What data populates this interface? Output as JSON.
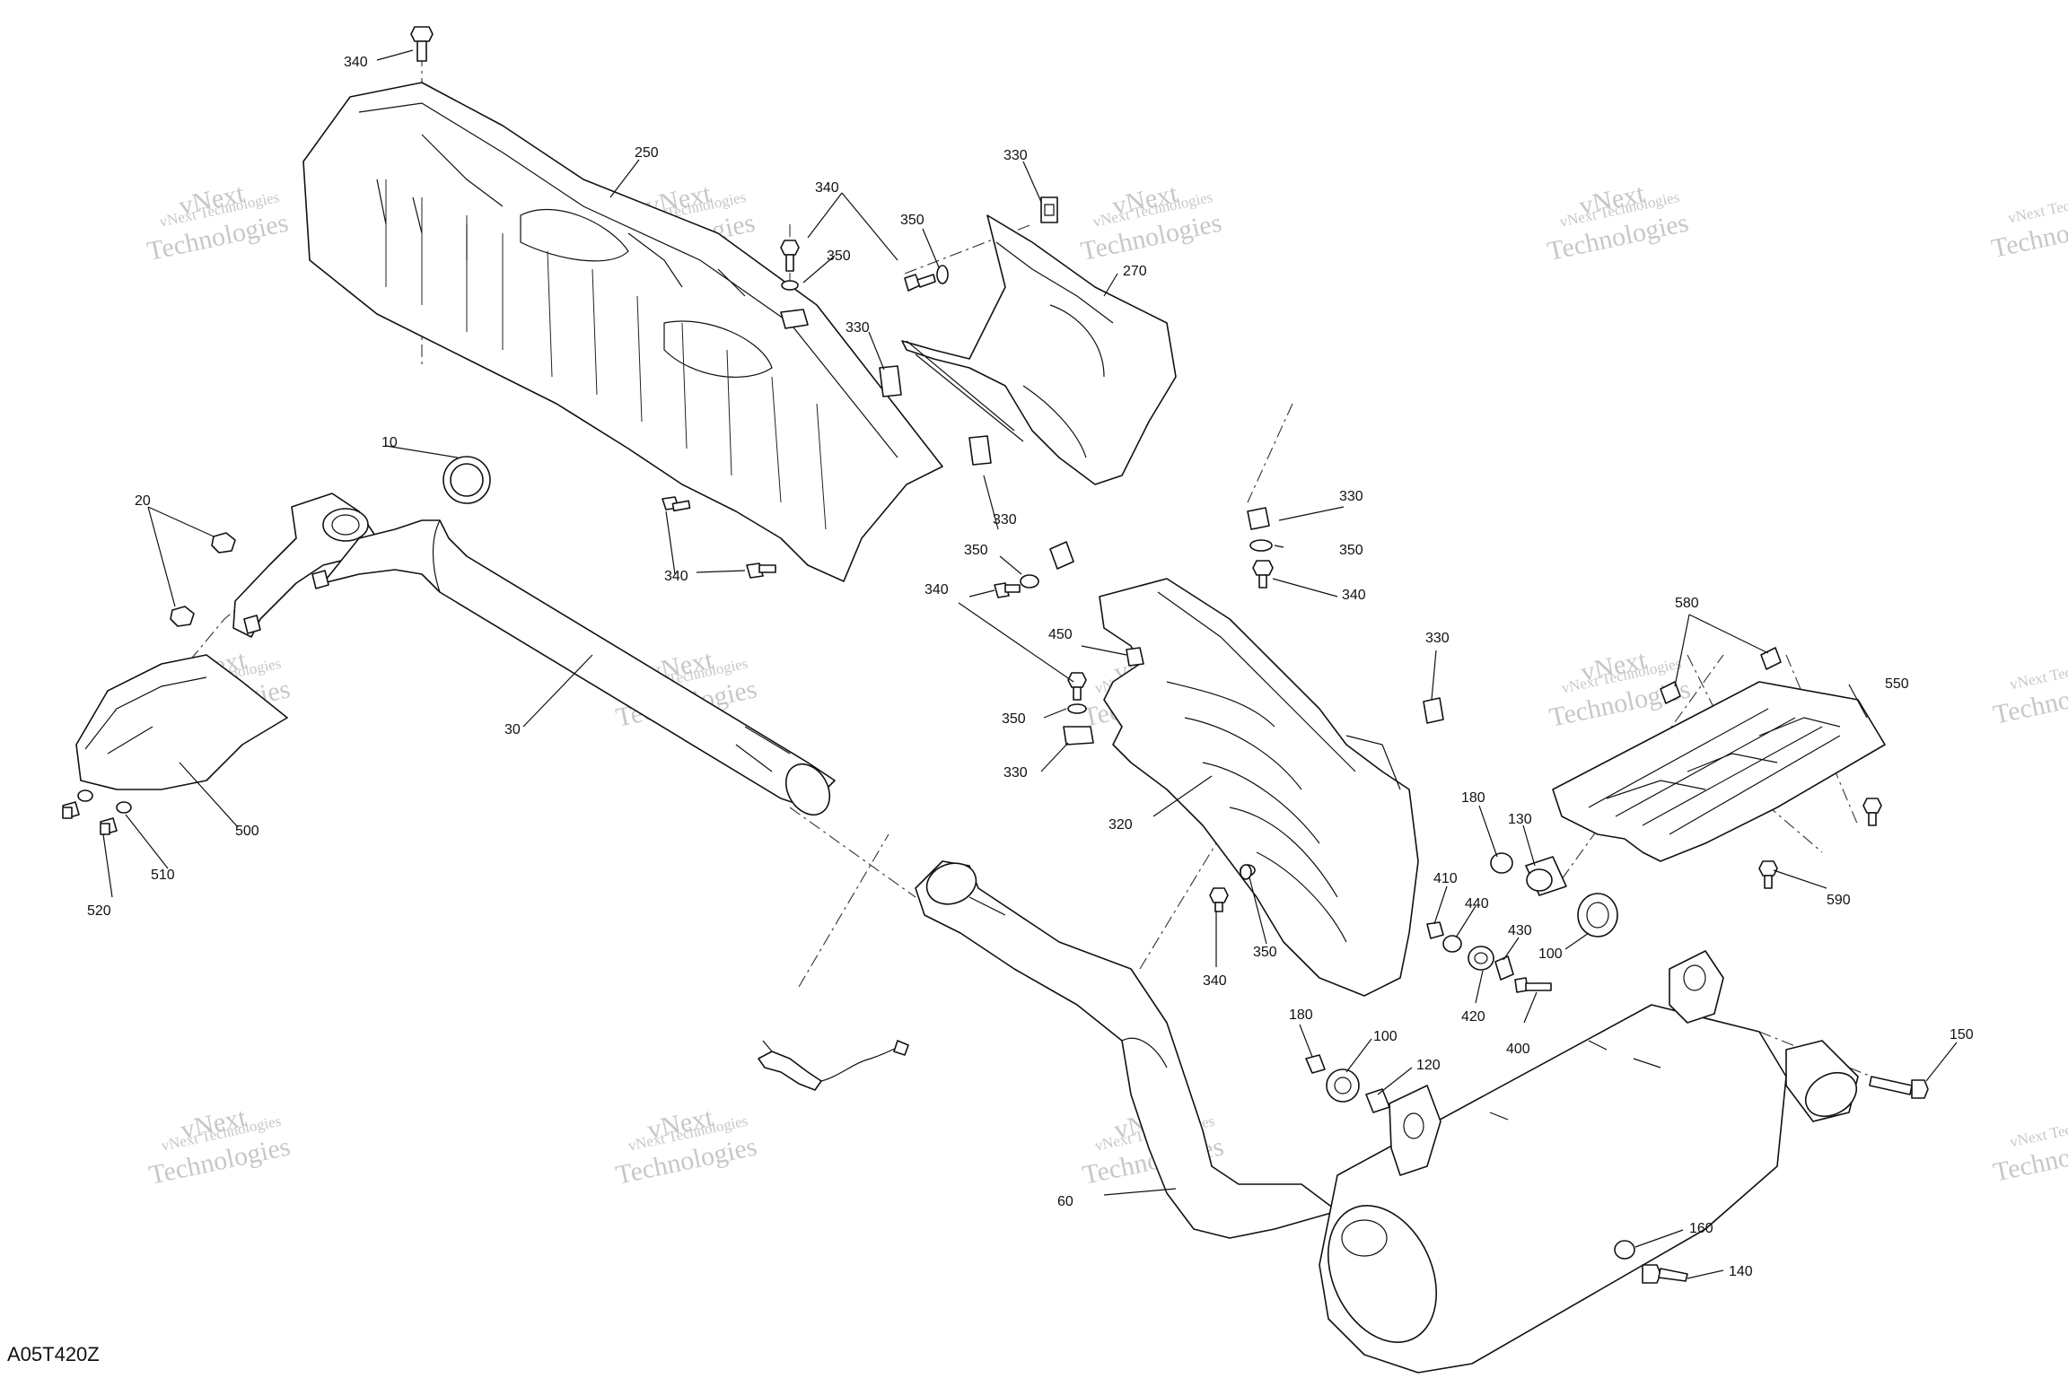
{
  "drawing": {
    "code": "A05T420Z",
    "watermark": {
      "line1": "vNext Technologies",
      "line2": "Technologies",
      "line3": "vNext"
    }
  },
  "callouts": [
    {
      "id": "c340a",
      "label": "340"
    },
    {
      "id": "c250",
      "label": "250"
    },
    {
      "id": "c340b",
      "label": "340"
    },
    {
      "id": "c330a",
      "label": "330"
    },
    {
      "id": "c350a",
      "label": "350"
    },
    {
      "id": "c350b",
      "label": "350"
    },
    {
      "id": "c330b",
      "label": "330"
    },
    {
      "id": "c270",
      "label": "270"
    },
    {
      "id": "c10",
      "label": "10"
    },
    {
      "id": "c20",
      "label": "20"
    },
    {
      "id": "c340c",
      "label": "340"
    },
    {
      "id": "c330c",
      "label": "330"
    },
    {
      "id": "c330d",
      "label": "330"
    },
    {
      "id": "c350c",
      "label": "350"
    },
    {
      "id": "c350d",
      "label": "350"
    },
    {
      "id": "c340d",
      "label": "340"
    },
    {
      "id": "c340e",
      "label": "340"
    },
    {
      "id": "c450",
      "label": "450"
    },
    {
      "id": "c330e",
      "label": "330"
    },
    {
      "id": "c580",
      "label": "580"
    },
    {
      "id": "c550",
      "label": "550"
    },
    {
      "id": "c350e",
      "label": "350"
    },
    {
      "id": "c330f",
      "label": "330"
    },
    {
      "id": "c30",
      "label": "30"
    },
    {
      "id": "c500",
      "label": "500"
    },
    {
      "id": "c320",
      "label": "320"
    },
    {
      "id": "c180a",
      "label": "180"
    },
    {
      "id": "c130",
      "label": "130"
    },
    {
      "id": "c510",
      "label": "510"
    },
    {
      "id": "c520",
      "label": "520"
    },
    {
      "id": "c410",
      "label": "410"
    },
    {
      "id": "c440",
      "label": "440"
    },
    {
      "id": "c430",
      "label": "430"
    },
    {
      "id": "c100a",
      "label": "100"
    },
    {
      "id": "c590",
      "label": "590"
    },
    {
      "id": "c340f",
      "label": "340"
    },
    {
      "id": "c350f",
      "label": "350"
    },
    {
      "id": "c420",
      "label": "420"
    },
    {
      "id": "c400",
      "label": "400"
    },
    {
      "id": "c180b",
      "label": "180"
    },
    {
      "id": "c100b",
      "label": "100"
    },
    {
      "id": "c150",
      "label": "150"
    },
    {
      "id": "c120",
      "label": "120"
    },
    {
      "id": "c60",
      "label": "60"
    },
    {
      "id": "c160",
      "label": "160"
    },
    {
      "id": "c140",
      "label": "140"
    }
  ]
}
